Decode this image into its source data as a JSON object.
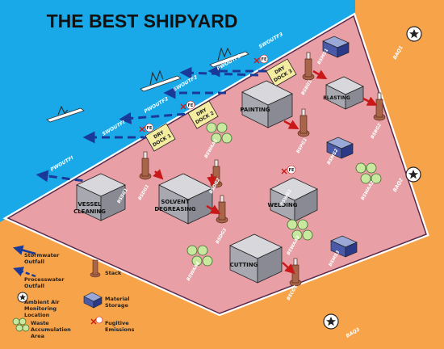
{
  "title": "THE BEST SHIPYARD",
  "buildings": {
    "vessel_cleaning": [
      "VESSEL",
      "CLEANING"
    ],
    "solvent_degreasing": [
      "SOLVENT",
      "DEGREASING"
    ],
    "painting": "PAINTING",
    "blasting": "BLASTING",
    "welding": "WELDING",
    "cutting": "CUTTING",
    "dry_dock_1": [
      "DRY",
      "DOCK 1"
    ],
    "dry_dock_2": [
      "DRY",
      "DOCK 2"
    ],
    "dry_dock_3": [
      "DRY",
      "DOCK 3"
    ]
  },
  "outfalls": [
    "PWOUTFI",
    "SWOUTFI",
    "PWOUTF2",
    "SWOUTF2",
    "PWOUTF3",
    "SWOUTF3"
  ],
  "stacks": [
    "BSDG1",
    "BSDG2",
    "BSDG3",
    "BSSG1",
    "BSPG1",
    "BSBG1",
    "BSBG2",
    "BSWG1",
    "BSCG1"
  ],
  "storage": [
    "BSMS1",
    "BSMS2",
    "BSMS3"
  ],
  "waste_areas": [
    "BSWAA1",
    "BSWAA2",
    "BSWAA3",
    "BSWAA4"
  ],
  "fugitive": "FE",
  "monitors": [
    "BAQ1",
    "BAQ2",
    "BAQ3"
  ],
  "legend": {
    "stormwater": [
      "Stormwater",
      "Outfall"
    ],
    "processwater": [
      "Processwater",
      "Outfall"
    ],
    "ambient": [
      "Ambient Air",
      "Monitoring",
      "Location"
    ],
    "waste": [
      "Waste",
      "Accumulation",
      "Area"
    ],
    "stack": "Stack",
    "material": [
      "Material",
      "Storage"
    ],
    "fugitive": [
      "Fugitive",
      "Emissions"
    ]
  },
  "colors": {
    "water": "#1aa9e8",
    "land": "#f7a34a",
    "yard": "#e8a0a6",
    "outline": "#5a2a4a",
    "building_top": "#d8d8dc",
    "building_front": "#a8a8b0",
    "building_side": "#8a8a94",
    "dock": "#f4eda0",
    "arrow": "#c81818",
    "label": "#ffffff",
    "outfall_arrow": "#1a3a9a"
  }
}
